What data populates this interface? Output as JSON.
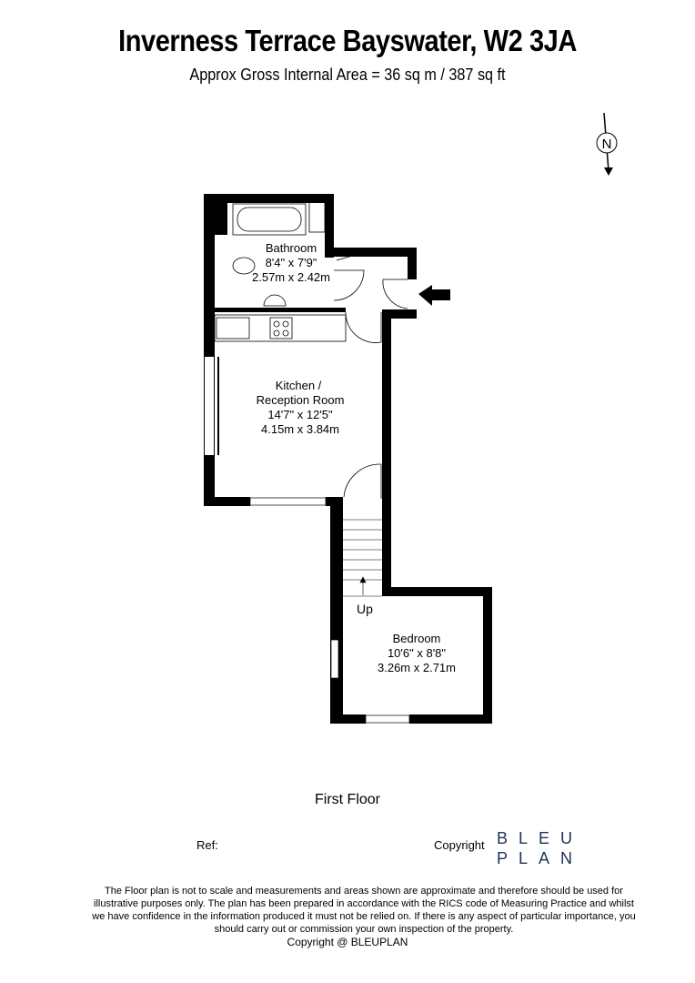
{
  "header": {
    "title": "Inverness Terrace Bayswater, W2 3JA",
    "subtitle": "Approx Gross Internal Area = 36 sq m / 387 sq ft"
  },
  "compass": {
    "label": "N"
  },
  "rooms": [
    {
      "name": "Bathroom",
      "imperial": "8'4\" x 7'9\"",
      "metric": "2.57m x 2.42m"
    },
    {
      "name": "Kitchen /",
      "name2": "Reception Room",
      "imperial": "14'7\" x 12'5\"",
      "metric": "4.15m x 3.84m"
    },
    {
      "name": "Bedroom",
      "imperial": "10'6\" x 8'8\"",
      "metric": "3.26m x 2.71m"
    }
  ],
  "stairs": {
    "label": "Up"
  },
  "floor_label": "First Floor",
  "footer": {
    "ref_label": "Ref:",
    "copyright_label": "Copyright",
    "logo_line1": "BLEU",
    "logo_line2": "PLAN",
    "disclaimer": "The Floor plan is not to scale and measurements and areas shown are approximate and therefore should be used for illustrative purposes only. The plan has been prepared in accordance with the RICS code of Measuring Practice and whilst we have confidence in the information produced it must not be relied on. If there is any aspect of particular importance, you should carry out or commission your own inspection of the property.",
    "copyright_line": "Copyright @ BLEUPLAN"
  },
  "colors": {
    "wall": "#000000",
    "logo": "#1e3358"
  }
}
